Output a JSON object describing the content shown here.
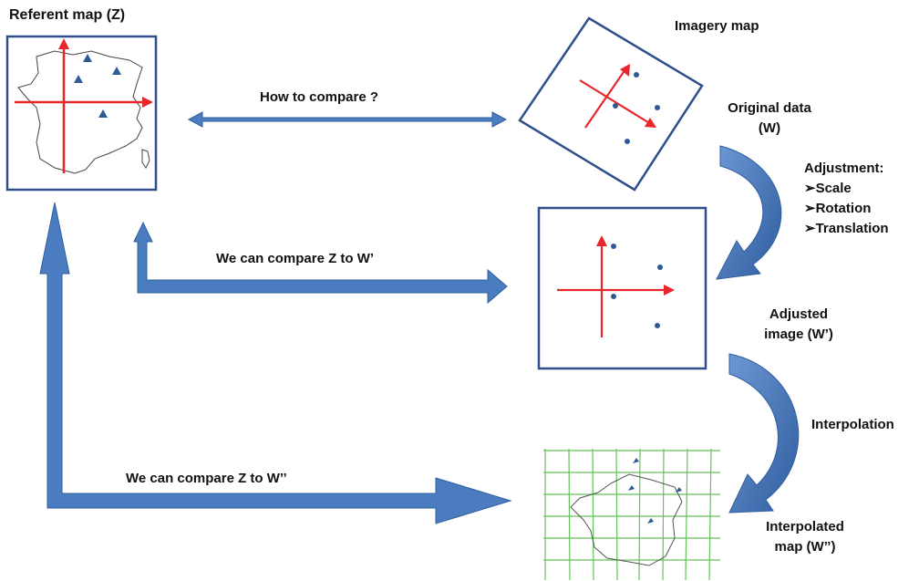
{
  "labels": {
    "referent_map": "Referent  map  (Z)",
    "imagery_map": "Imagery map",
    "how_to_compare": "How to compare ?",
    "original_data_line1": "Original data",
    "original_data_line2": "(W)",
    "adjustment_title": "Adjustment:",
    "adjustment_items": [
      "➢Scale",
      "➢Rotation",
      "➢Translation"
    ],
    "compare_w_prime": "We can compare Z to W’",
    "adjusted_line1": "Adjusted",
    "adjusted_line2": "image (W’)",
    "interpolation": "Interpolation",
    "compare_w_dprime": "We can compare Z to W’’",
    "interpolated_line1": "Interpolated",
    "interpolated_line2": "map  (W’’)"
  },
  "colors": {
    "box_border": "#2e4f8c",
    "axis_red": "#e8262b",
    "point_blue": "#2e5a96",
    "arrow_fill": "#4c7cc0",
    "arrow_edge": "#2e5f9e",
    "grid_green": "#63c25a"
  }
}
